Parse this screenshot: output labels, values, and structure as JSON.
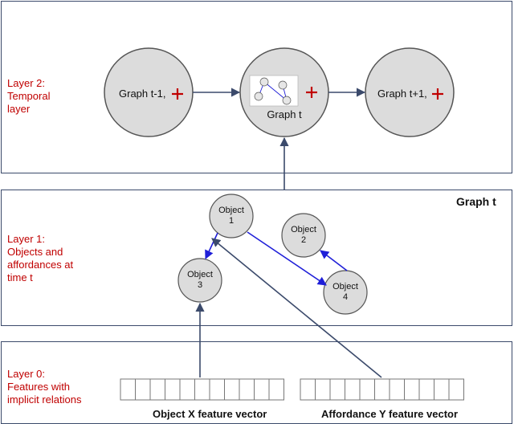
{
  "layer2": {
    "label": "Layer 2:\nTemporal\nlayer",
    "graph_prev": "Graph t-1,",
    "graph_curr": "Graph t",
    "graph_next": "Graph t+1,"
  },
  "layer1": {
    "label": "Layer 1:\nObjects and\naffordances at\ntime t",
    "title": "Graph t",
    "objects": [
      "Object\n1",
      "Object\n2",
      "Object\n3",
      "Object\n4"
    ]
  },
  "layer0": {
    "label": "Layer 0:\nFeatures with\nimplicit relations",
    "vector_x": "Object X feature vector",
    "vector_y": "Affordance Y feature vector"
  },
  "colors": {
    "accent_red": "#c00000",
    "edge_blue": "#1f1fd8",
    "arrow_gray": "#3b4a6b"
  }
}
